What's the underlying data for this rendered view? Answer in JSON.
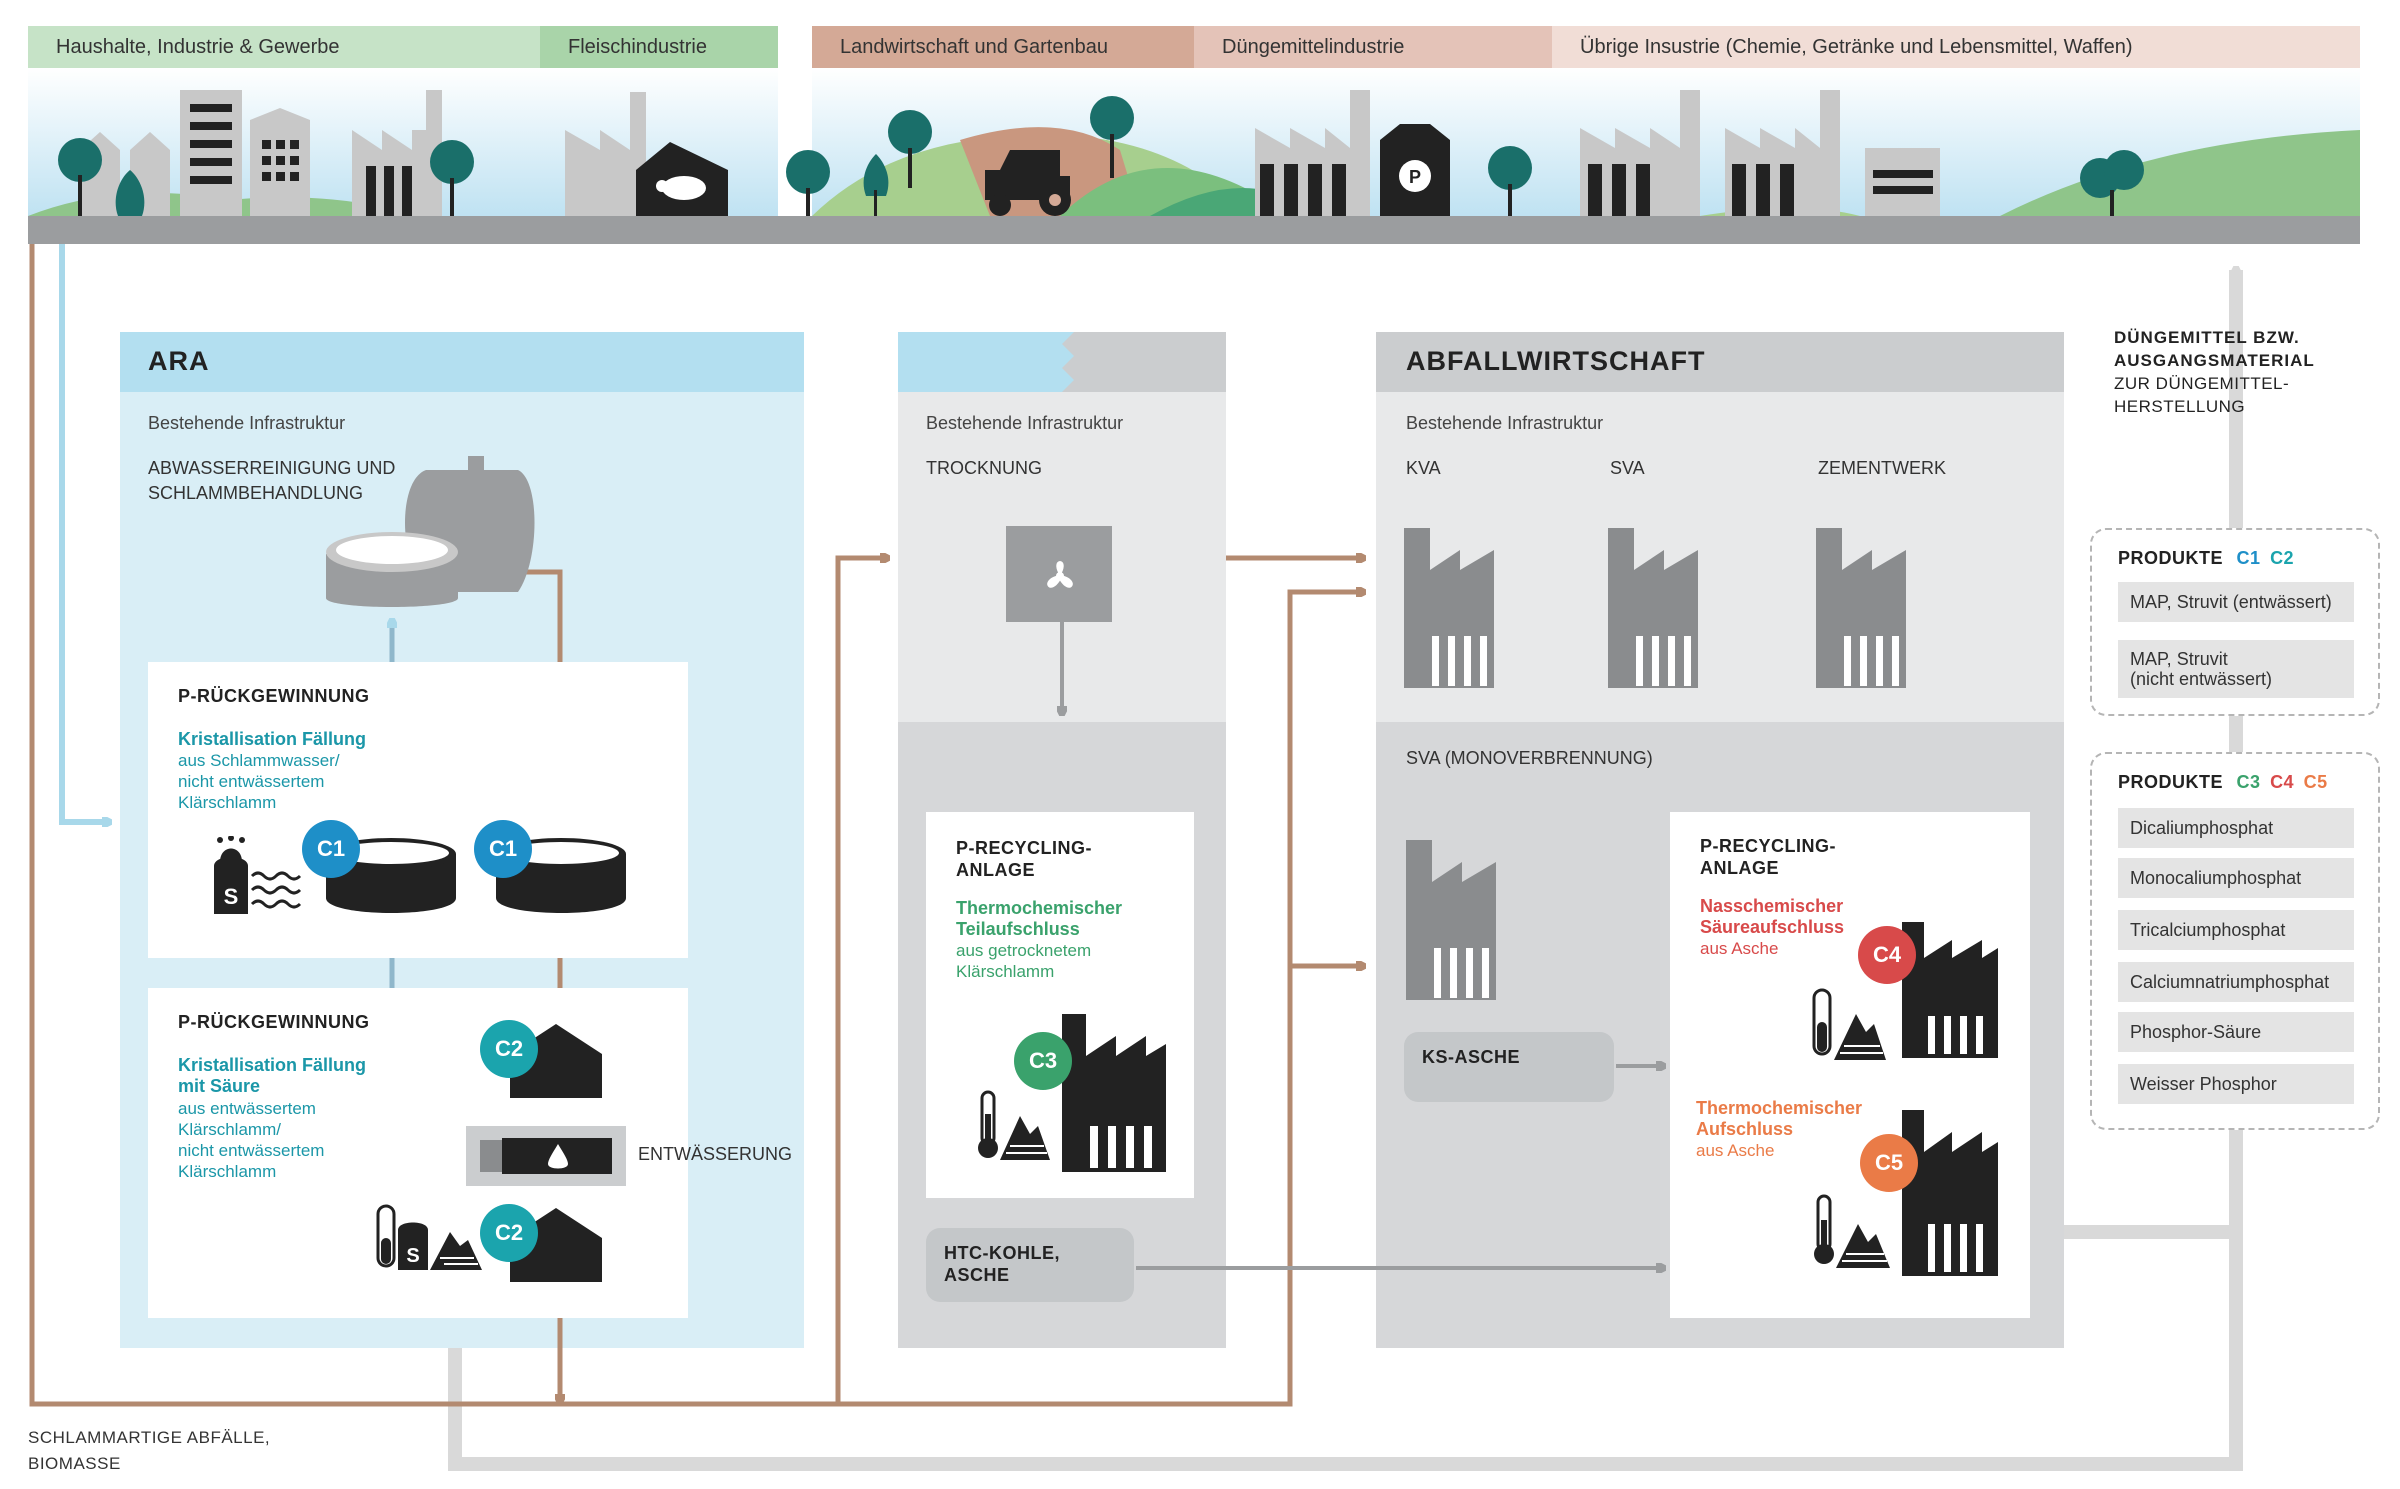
{
  "colors": {
    "sky": "#cfe8f4",
    "ara_light": "#d9eef6",
    "ara_header": "#b3dff0",
    "grey_panel": "#e8e9ea",
    "grey_dark": "#d6d7d9",
    "grey_header": "#cbcdcf",
    "brown_arrow": "#b38a70",
    "blue_arrow": "#a8d8ea",
    "grey_arrow": "#d9d9d9",
    "c1": "#1e8fc8",
    "c2": "#1ba4ad",
    "c3": "#3aa26c",
    "c4": "#d84a4a",
    "c5": "#ea7b47"
  },
  "top_bands": [
    {
      "label": "Haushalte, Industrie & Gewerbe"
    },
    {
      "label": "Fleischindustrie"
    },
    {
      "label": "Landwirtschaft und Gartenbau"
    },
    {
      "label": "Düngemittelindustrie"
    },
    {
      "label": "Übrige Insustrie (Chemie, Getränke und Lebensmittel, Waffen)"
    }
  ],
  "ara": {
    "title": "ARA",
    "infra": "Bestehende Infrastruktur",
    "abw_line1": "ABWASSERREINIGUNG UND",
    "abw_line2": "SCHLAMMBEHANDLUNG",
    "box1": {
      "title": "P-RÜCKGEWINNUNG",
      "sub": "Kristallisation Fällung",
      "desc1": "aus Schlammwasser/",
      "desc2": "nicht entwässertem",
      "desc3": "Klärschlamm"
    },
    "box2": {
      "title": "P-RÜCKGEWINNUNG",
      "sub1": "Kristallisation Fällung",
      "sub2": "mit Säure",
      "desc1": "aus entwässertem",
      "desc2": "Klärschlamm/",
      "desc3": "nicht entwässertem",
      "desc4": "Klärschlamm"
    },
    "entwaesserung": "ENTWÄSSERUNG"
  },
  "trocknung": {
    "infra": "Bestehende Infrastruktur",
    "label": "TROCKNUNG",
    "box": {
      "title1": "P-RECYCLING-",
      "title2": "ANLAGE",
      "sub1": "Thermochemischer",
      "sub2": "Teilaufschluss",
      "desc1": "aus getrocknetem",
      "desc2": "Klärschlamm"
    },
    "htc1": "HTC-KOHLE,",
    "htc2": "ASCHE"
  },
  "abfall": {
    "title": "ABFALLWIRTSCHAFT",
    "infra": "Bestehende Infrastruktur",
    "kva": "KVA",
    "sva": "SVA",
    "zement": "ZEMENTWERK",
    "mono": "SVA (MONOVERBRENNUNG)",
    "ks_asche": "KS-ASCHE",
    "box": {
      "title1": "P-RECYCLING-",
      "title2": "ANLAGE",
      "sub1": "Nasschemischer",
      "sub2": "Säureaufschluss",
      "desc": "aus Asche",
      "sub3": "Thermochemischer",
      "sub4": "Aufschluss",
      "desc2": "aus Asche"
    }
  },
  "badges": {
    "c1": "C1",
    "c2": "C2",
    "c3": "C3",
    "c4": "C4",
    "c5": "C5",
    "s": "S",
    "p": "P"
  },
  "right": {
    "head1": "DÜNGEMITTEL BZW.",
    "head2": "AUSGANGSMATERIAL",
    "head3": "ZUR DÜNGEMITTEL-",
    "head4": "HERSTELLUNG",
    "produkte1": "PRODUKTE",
    "produkte2": "PRODUKTE",
    "group1": [
      "MAP, Struvit (entwässert)",
      "MAP, Struvit",
      "(nicht entwässert)"
    ],
    "group2": [
      "Dicaliumphosphat",
      "Monocaliumphosphat",
      "Tricalciumphosphat",
      "Calciumnatriumphosphat",
      "Phosphor-Säure",
      "Weisser Phosphor"
    ]
  },
  "bottom_left1": "SCHLAMMARTIGE ABFÄLLE,",
  "bottom_left2": "BIOMASSE"
}
